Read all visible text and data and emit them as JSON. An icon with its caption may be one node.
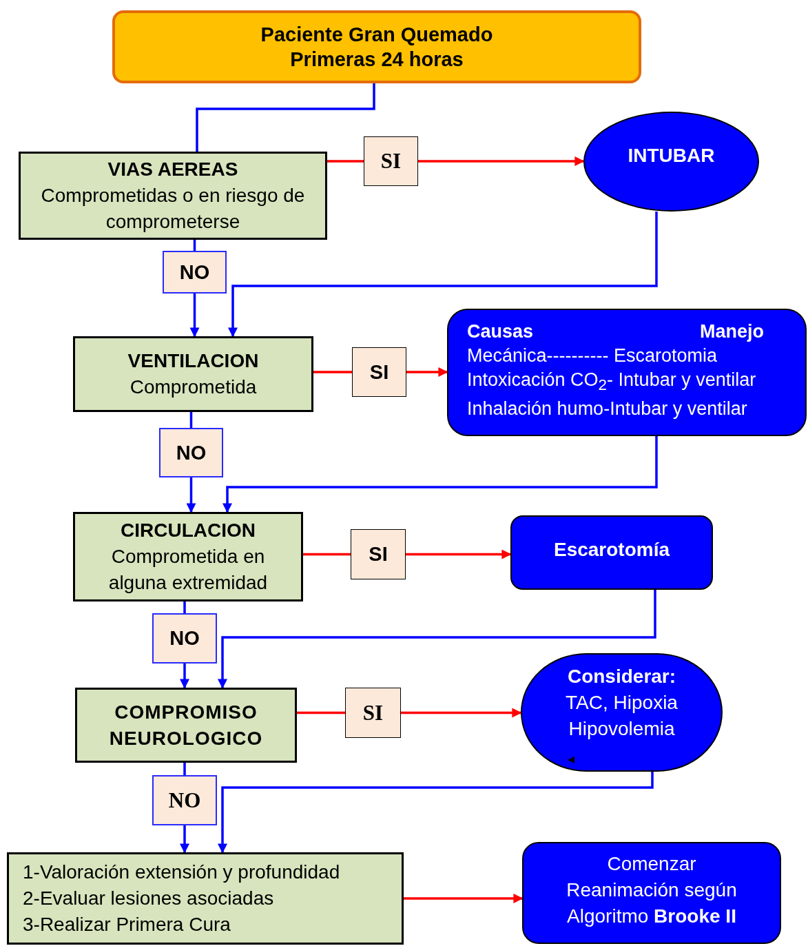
{
  "diagram": {
    "nodes": [
      {
        "text": [
          "Paciente Gran Quemado",
          "Primeras 24 horas"
        ]
      },
      {
        "text": [
          "VIAS AEREAS",
          "Comprometidas o en riesgo de comprometerse"
        ]
      },
      {
        "text": [
          "SI"
        ]
      },
      {
        "text": [
          "INTUBAR"
        ]
      },
      {
        "text": [
          "NO"
        ]
      },
      {
        "text": [
          "VENTILACION",
          "Comprometida"
        ]
      },
      {
        "text": [
          "SI"
        ]
      },
      {
        "text": [
          "Causas",
          "Manejo",
          "Mecánica---------- Escarotomia",
          "Intoxicación CO$_{2}$- Intubar y ventilar",
          "Inhalación humo-Intubar y ventilar"
        ]
      },
      {
        "text": [
          "NO"
        ]
      },
      {
        "text": [
          "CIRCULACION",
          "Comprometida en alguna extremidad"
        ]
      },
      {
        "text": [
          "SI"
        ]
      },
      {
        "text": [
          "Escarotomía"
        ]
      },
      {
        "text": [
          "NO"
        ]
      },
      {
        "text": [
          "COMPROMISO NEUROLOGICO"
        ]
      },
      {
        "text": [
          "SI"
        ]
      },
      {
        "text": [
          "Considerar:",
          "TAC, Hipoxia Hipovolemia"
        ]
      },
      {
        "text": [
          "NO"
        ]
      },
      {
        "text": [
          "1-Valoración extensión y profundidad",
          "2-Evaluar lesiones asociadas",
          "3-Realizar Primera Cura"
        ]
      },
      {
        "text": [
          "Comenzar Reanimación según Algoritmo **Brooke II**"
        ]
      }
    ],
    "edges": [
      {
        "from": 0,
        "to": 1,
        "arrow": "none"
      },
      {
        "from": 1,
        "to": 2,
        "arrow": "none",
        "color": "#ff0000"
      },
      {
        "from": 2,
        "to": 3,
        "arrow": "to",
        "color": "#ff0000"
      },
      {
        "from": 1,
        "to": 4,
        "arrow": "none"
      },
      {
        "from": 4,
        "to": 5,
        "arrow": "to"
      },
      {
        "from": 3,
        "to": 5,
        "arrow": "to"
      },
      {
        "from": 5,
        "to": 6,
        "arrow": "none",
        "color": "#ff0000"
      },
      {
        "from": 6,
        "to": 7,
        "arrow": "to",
        "color": "#ff0000"
      },
      {
        "from": 5,
        "to": 8,
        "arrow": "none"
      },
      {
        "from": 8,
        "to": 9,
        "arrow": "to"
      },
      {
        "from": 7,
        "to": 9,
        "arrow": "to"
      },
      {
        "from": 9,
        "to": 10,
        "arrow": "none",
        "color": "#ff0000"
      },
      {
        "from": 10,
        "to": 11,
        "arrow": "to",
        "color": "#ff0000"
      },
      {
        "from": 9,
        "to": 12,
        "arrow": "none"
      },
      {
        "from": 12,
        "to": 13,
        "arrow": "to"
      },
      {
        "from": 11,
        "to": 13,
        "arrow": "to"
      },
      {
        "from": 13,
        "to": 14,
        "arrow": "none",
        "color": "#ff0000"
      },
      {
        "from": 14,
        "to": 15,
        "arrow": "to",
        "color": "#ff0000"
      },
      {
        "from": 13,
        "to": 16,
        "arrow": "none"
      },
      {
        "from": 16,
        "to": 17,
        "arrow": "to"
      },
      {
        "from": 15,
        "to": 17,
        "arrow": "to"
      },
      {
        "from": 17,
        "to": 18,
        "arrow": "to",
        "color": "#ff0000"
      }
    ]
  }
}
